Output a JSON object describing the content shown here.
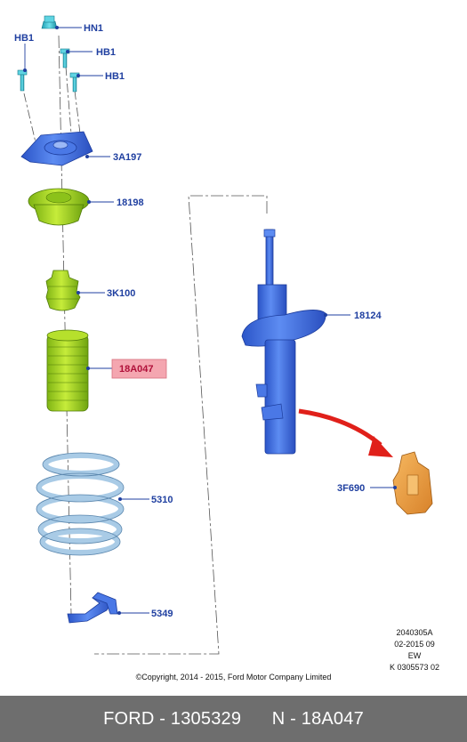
{
  "labels": {
    "hn1": "HN1",
    "hb1_a": "HB1",
    "hb1_b": "HB1",
    "hb1_c": "HB1",
    "mount": "3A197",
    "bearing": "18198",
    "bumper": "3K100",
    "boot": "18A047",
    "strut": "18124",
    "spring": "5310",
    "seat": "5349",
    "bracket": "3F690"
  },
  "meta": {
    "ref": "2040305A",
    "date": "02-2015 09",
    "code": "EW",
    "kcode": "K 0305573 02"
  },
  "copyright": "©Copyright, 2014 - 2015, Ford Motor Company Limited",
  "footer": {
    "part_left": "FORD - 1305329",
    "part_right": "N - 18A047"
  },
  "colors": {
    "label_blue": "#1f3fa0",
    "highlight_fill": "#f4a6b0",
    "highlight_text": "#b0103a",
    "part_blue": "#3d6fe0",
    "part_green": "#a6d81e",
    "part_cyan": "#3fc0d0",
    "spring_blue": "#a9cbe6",
    "bracket_orange": "#f0a03c",
    "arrow_red": "#e0201a",
    "footer_bg": "#6e6e6e"
  }
}
